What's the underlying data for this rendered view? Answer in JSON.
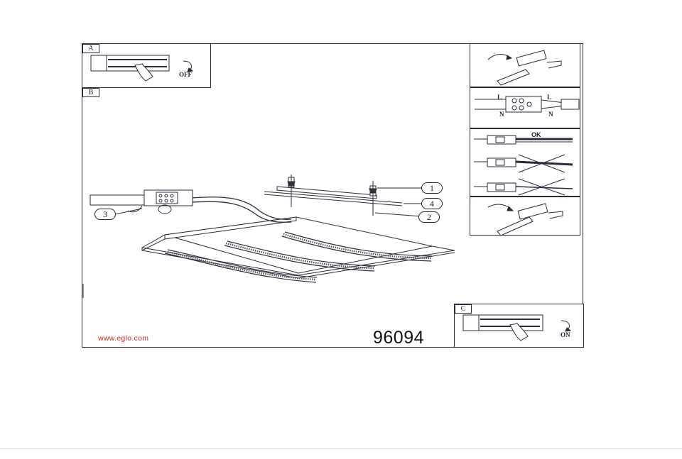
{
  "sections": {
    "a_label": "A",
    "b_label": "B",
    "c_label": "C"
  },
  "switch_states": {
    "off_label": "OFF",
    "on_label": "ON"
  },
  "callouts": [
    "1",
    "2",
    "3",
    "4"
  ],
  "wiring": {
    "line_label": "L",
    "neutral_label": "N",
    "ok_label": "OK"
  },
  "footer": {
    "url": "www.eglo.com",
    "model_number": "96094"
  },
  "colors": {
    "line": "#2a2a3a",
    "url": "#d02a2a"
  }
}
